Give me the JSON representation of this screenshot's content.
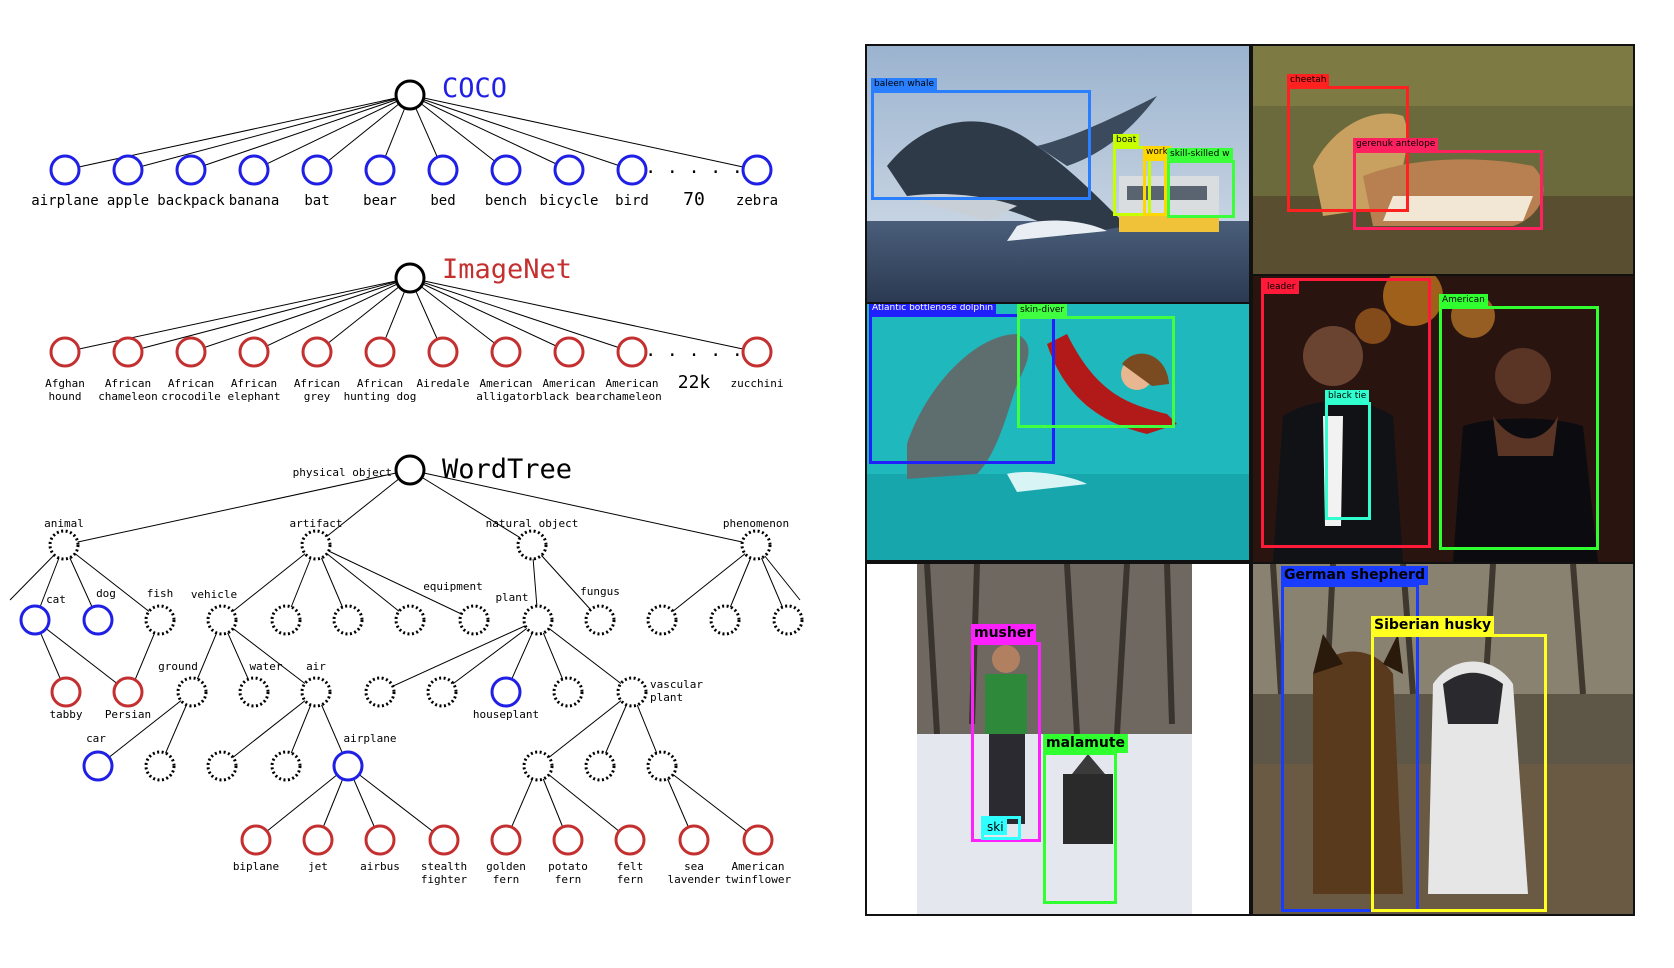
{
  "colors": {
    "coco": "#1f1fe6",
    "imagenet": "#c43030",
    "wordtree_title": "#000000",
    "node_root": "#000000",
    "node_coco": "#1f1fe6",
    "node_imagenet": "#c43030"
  },
  "coco": {
    "title": "COCO",
    "dots": ". . . . .",
    "count_label": "70",
    "labels": [
      "airplane",
      "apple",
      "backpack",
      "banana",
      "bat",
      "bear",
      "bed",
      "bench",
      "bicycle",
      "bird",
      "zebra"
    ]
  },
  "imagenet": {
    "title": "ImageNet",
    "dots": ". . . . .",
    "count_label": "22k",
    "labels": [
      [
        "Afghan",
        "hound"
      ],
      [
        "African",
        "chameleon"
      ],
      [
        "African",
        "crocodile"
      ],
      [
        "African",
        "elephant"
      ],
      [
        "African",
        "grey"
      ],
      [
        "African",
        "hunting dog"
      ],
      [
        "Airedale"
      ],
      [
        "American",
        "alligator"
      ],
      [
        "American",
        "black bear"
      ],
      [
        "American",
        "chameleon"
      ],
      [
        "zucchini"
      ]
    ]
  },
  "wordtree": {
    "title": "WordTree",
    "root_label": "physical object",
    "nodes": {
      "animal": "animal",
      "artifact": "artifact",
      "natural_object": "natural object",
      "phenomenon": "phenomenon",
      "cat": "cat",
      "dog": "dog",
      "fish": "fish",
      "vehicle": "vehicle",
      "equipment": "equipment",
      "plant": "plant",
      "fungus": "fungus",
      "ground": "ground",
      "water": "water",
      "air": "air",
      "houseplant": "houseplant",
      "vascular_plant": [
        "vascular",
        "plant"
      ],
      "tabby": "tabby",
      "persian": "Persian",
      "car": "car",
      "airplane": "airplane",
      "biplane": "biplane",
      "jet": "jet",
      "airbus": "airbus",
      "stealth_fighter": [
        "stealth",
        "fighter"
      ],
      "golden_fern": [
        "golden",
        "fern"
      ],
      "potato_fern": [
        "potato",
        "fern"
      ],
      "felt_fern": [
        "felt",
        "fern"
      ],
      "sea_lavender": [
        "sea",
        "lavender"
      ],
      "american_twinflower": [
        "American",
        "twinflower"
      ]
    }
  },
  "detections": {
    "whale_photo": [
      {
        "label": "baleen whale",
        "color": "#2a7fff"
      },
      {
        "label": "boat",
        "color": "#c8ff00"
      },
      {
        "label": "work",
        "color": "#ffd700"
      },
      {
        "label": "skill-skilled w",
        "color": "#3cff3c"
      }
    ],
    "cheetah_photo": [
      {
        "label": "cheetah",
        "color": "#ff2020"
      },
      {
        "label": "gerenuk antelope",
        "color": "#ff2060"
      }
    ],
    "dolphin_photo": [
      {
        "label": "Atlantic bottlenose dolphin",
        "color": "#2020ff"
      },
      {
        "label": "skin-diver",
        "color": "#40ff40"
      }
    ],
    "obama_photo": [
      {
        "label": "leader",
        "color": "#ff1a3a"
      },
      {
        "label": "American",
        "color": "#30ff30"
      },
      {
        "label": "black tie",
        "color": "#30ffd0"
      }
    ],
    "musher_photo": [
      {
        "label": "musher",
        "color": "#ff20ff"
      },
      {
        "label": "malamute",
        "color": "#30ff30"
      },
      {
        "label": "ski",
        "color": "#30ffff"
      }
    ],
    "dogs_photo": [
      {
        "label": "German shepherd",
        "color": "#1a3cff"
      },
      {
        "label": "Siberian husky",
        "color": "#ffff20"
      }
    ]
  }
}
